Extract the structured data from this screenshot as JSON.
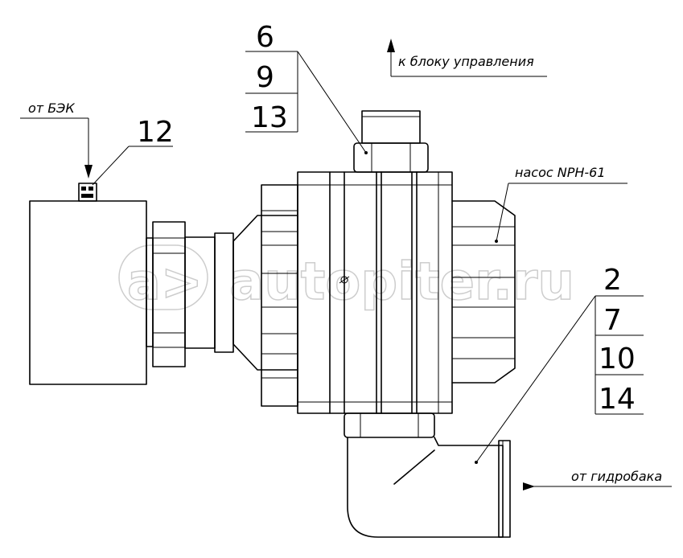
{
  "labels": {
    "bek": "от БЭК",
    "control_block": "к блоку управления",
    "pump": "насос NPH-61",
    "hydro_tank": "от гидробака"
  },
  "callouts": {
    "left": [
      "12"
    ],
    "top": [
      "6",
      "9",
      "13"
    ],
    "right": [
      "2",
      "7",
      "10",
      "14"
    ]
  },
  "watermark": "autopiter.ru"
}
